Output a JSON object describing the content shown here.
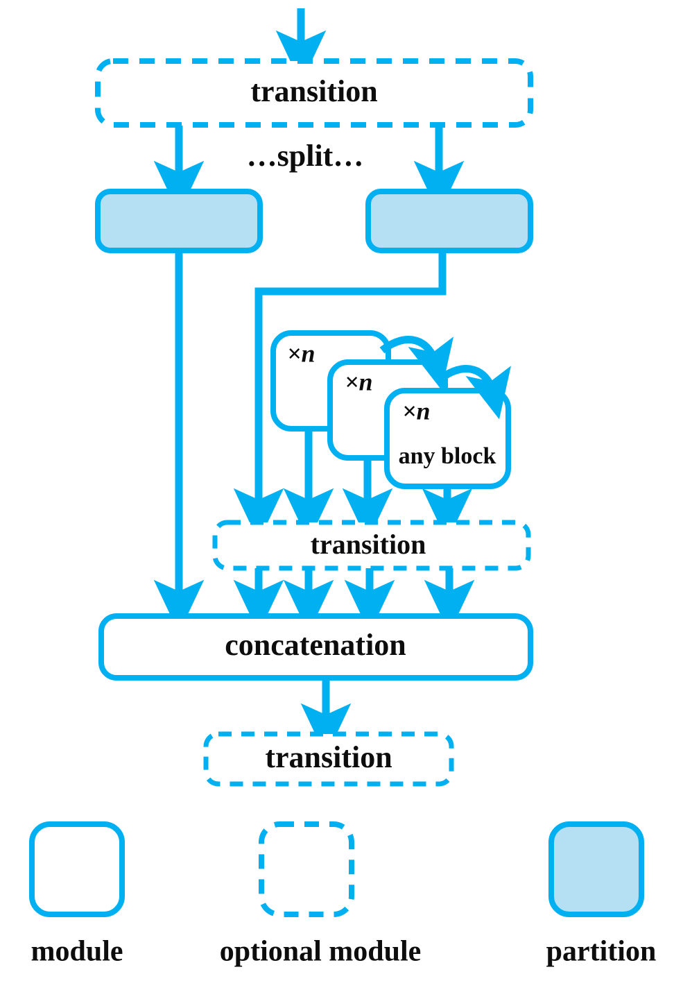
{
  "diagram": {
    "title": "network module flow diagram",
    "colors": {
      "stroke": "#00b0f0",
      "partition_fill": "#b5dff2",
      "module_fill": "#ffffff",
      "text": "#0d0d0d",
      "background": "#ffffff"
    },
    "nodes": {
      "transition_top": {
        "label": "transition",
        "style": "optional-module"
      },
      "split_label": {
        "label": "…split…"
      },
      "partition_left": {
        "label": "",
        "style": "partition"
      },
      "partition_right": {
        "label": "",
        "style": "partition"
      },
      "block_1": {
        "multiplier": "×n",
        "label": "",
        "style": "module"
      },
      "block_2": {
        "multiplier": "×n",
        "label": "",
        "style": "module"
      },
      "block_3": {
        "multiplier": "×n",
        "label": "any block",
        "style": "module"
      },
      "transition_mid": {
        "label": "transition",
        "style": "optional-module"
      },
      "concatenation": {
        "label": "concatenation",
        "style": "module"
      },
      "transition_bottom": {
        "label": "transition",
        "style": "optional-module"
      }
    },
    "legend": {
      "items": [
        {
          "key": "module",
          "label": "module",
          "style": "solid-outline",
          "fill": "#ffffff"
        },
        {
          "key": "optional-module",
          "label": "optional module",
          "style": "dashed-outline",
          "fill": "#ffffff"
        },
        {
          "key": "partition",
          "label": "partition",
          "style": "solid-outline",
          "fill": "#b5dff2"
        }
      ]
    }
  }
}
